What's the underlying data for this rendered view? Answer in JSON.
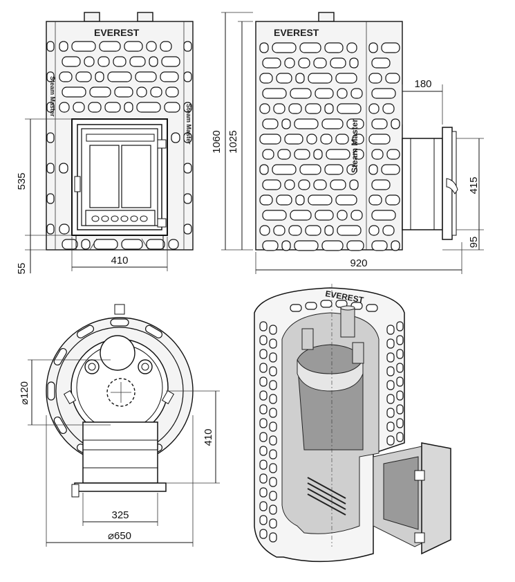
{
  "brand": {
    "name": "EVEREST",
    "model": "Steam Master"
  },
  "front_view": {
    "dim_door_height": "535",
    "dim_leg_height": "55",
    "dim_door_width": "410"
  },
  "side_view": {
    "dim_total_height": "1060",
    "dim_body_height": "1025",
    "dim_tunnel_offset": "180",
    "dim_door_frame_height": "415",
    "dim_tunnel_base": "95",
    "dim_total_depth": "920"
  },
  "top_view": {
    "dim_flue_diameter": "⌀120",
    "dim_tunnel_length": "410",
    "dim_tunnel_width": "325",
    "dim_body_diameter": "⌀650"
  }
}
